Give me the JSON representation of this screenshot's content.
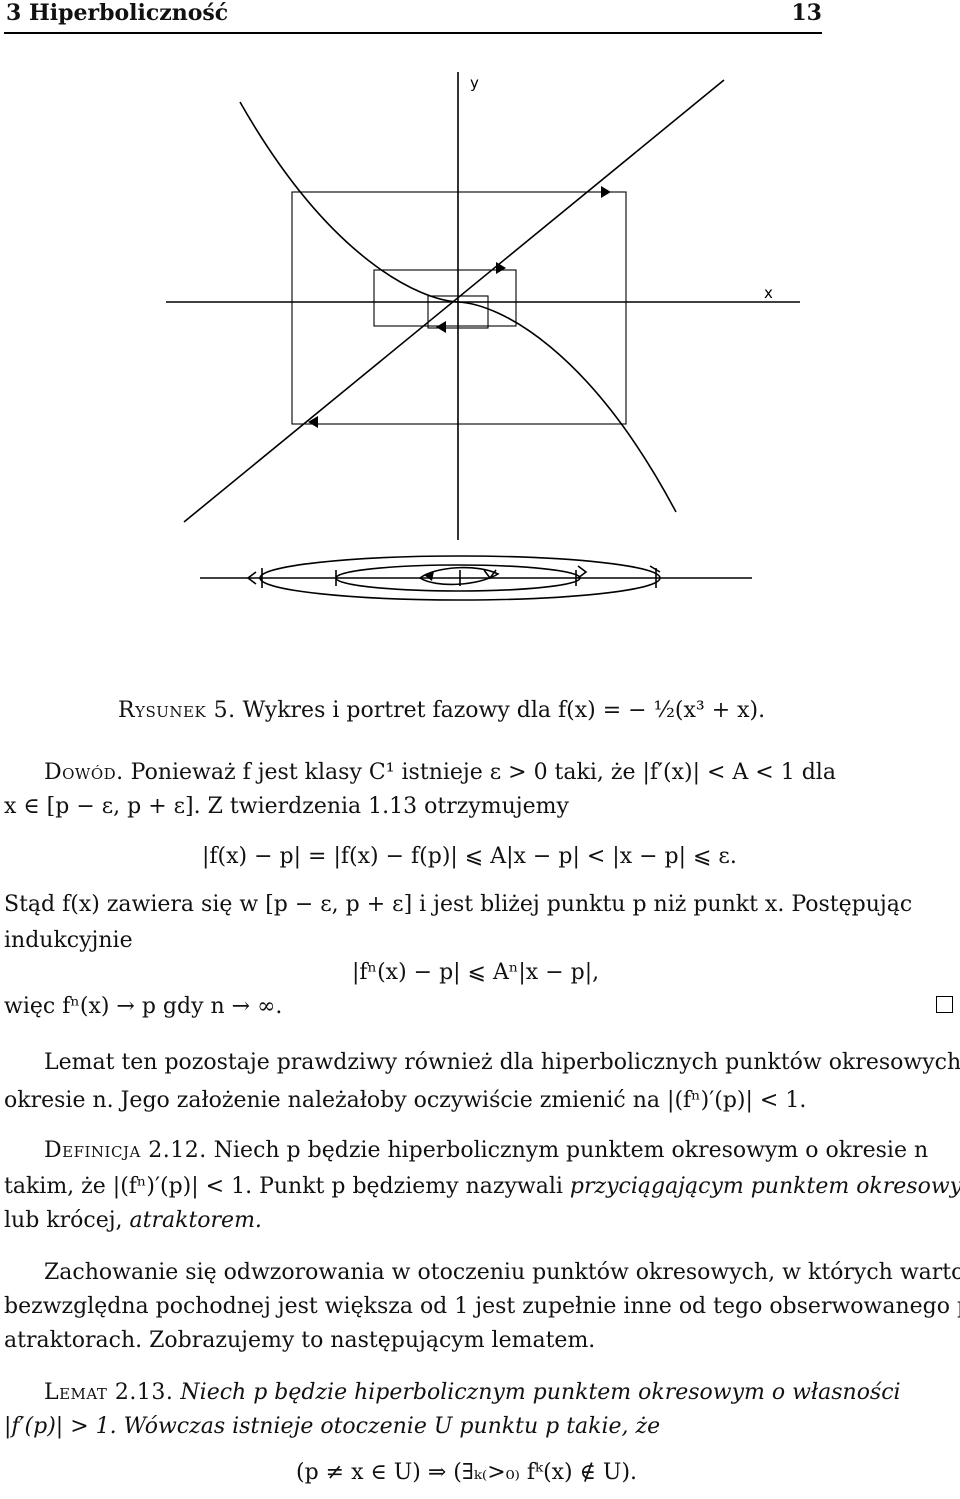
{
  "header": {
    "section": "3 Hiperboliczność",
    "page_number": "13"
  },
  "figure": {
    "y_label": "y",
    "x_label": "x"
  },
  "caption": {
    "label": "Rysunek 5.",
    "text": "Wykres i portret fazowy dla f(x) = − ½(x³ + x)."
  },
  "proof": {
    "label": "Dowód.",
    "line1": "Ponieważ f jest klasy C¹ istnieje ε > 0 taki, że |f′(x)| < A < 1 dla",
    "line2": "x ∈ [p − ε, p + ε]. Z twierdzenia 1.13 otrzymujemy",
    "formula1": "|f(x) − p| = |f(x) − f(p)| ⩽ A|x − p| < |x − p| ⩽ ε.",
    "line3": "Stąd f(x) zawiera się w [p − ε, p + ε] i jest bliżej punktu p niż punkt x. Postępując",
    "line4": "indukcyjnie",
    "formula2": "|fⁿ(x) − p| ⩽ Aⁿ|x − p|,",
    "line5": "więc fⁿ(x) → p gdy n → ∞."
  },
  "remark": {
    "line1": "Lemat ten pozostaje prawdziwy również dla hiperbolicznych punktów okresowych o",
    "line2": "okresie n. Jego założenie należałoby oczywiście zmienić na |(fⁿ)′(p)| < 1."
  },
  "definition": {
    "label": "Definicja 2.12.",
    "line1": "Niech p będzie hiperbolicznym punktem okresowym o okresie n",
    "line2_plain": "takim, że |(fⁿ)′(p)| < 1. Punkt p będziemy nazywali ",
    "line2_italic": "przyciągającym punktem okresowym",
    "line3_plain": "lub krócej, ",
    "line3_italic": "atraktorem."
  },
  "paragraph": {
    "line1": "Zachowanie się odwzorowania w otoczeniu punktów okresowych, w których wartość",
    "line2": "bezwzględna pochodnej jest większa od 1 jest zupełnie inne od tego obserwowanego przy",
    "line3": "atraktorach. Zobrazujemy to następującym lematem."
  },
  "lemma": {
    "label": "Lemat 2.13.",
    "line1": "Niech p będzie hiperbolicznym punktem okresowym o własności",
    "line2": "|f′(p)| > 1. Wówczas istnieje otoczenie U punktu p takie, że",
    "formula": "(p ≠ x ∈ U) ⇒ (∃ₖ₍>₀₎ fᵏ(x) ∉ U)."
  }
}
